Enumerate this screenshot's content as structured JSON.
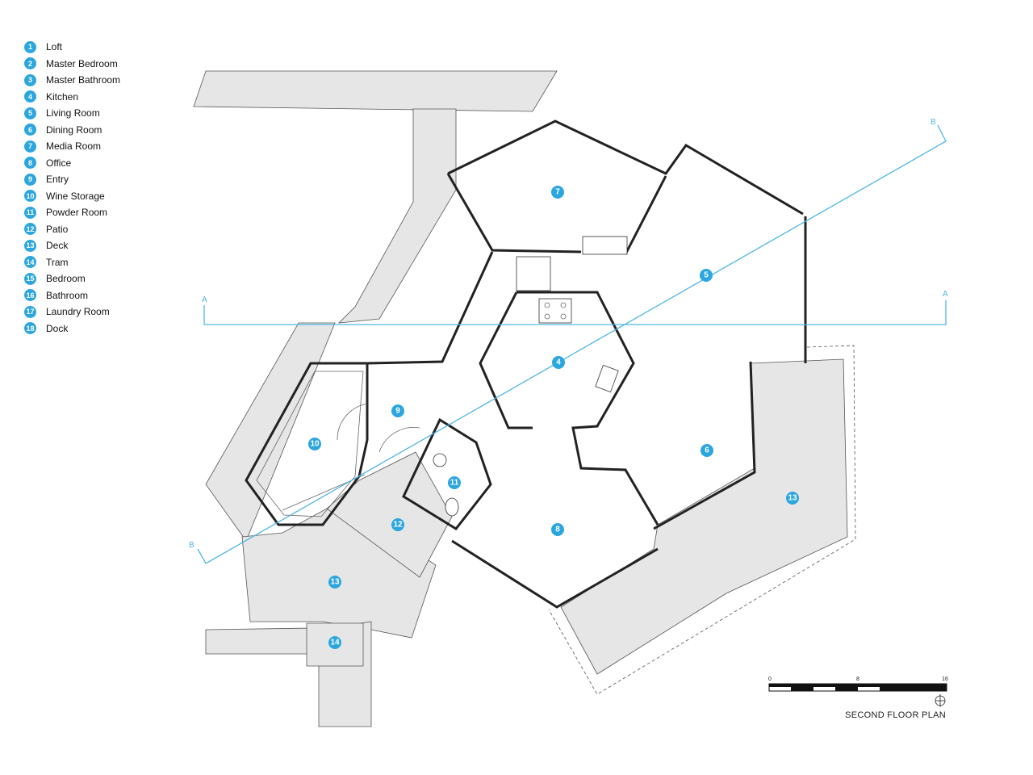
{
  "legend": [
    {
      "num": "1",
      "label": "Loft"
    },
    {
      "num": "2",
      "label": "Master Bedroom"
    },
    {
      "num": "3",
      "label": "Master Bathroom"
    },
    {
      "num": "4",
      "label": "Kitchen"
    },
    {
      "num": "5",
      "label": "Living Room"
    },
    {
      "num": "6",
      "label": "Dining Room"
    },
    {
      "num": "7",
      "label": "Media Room"
    },
    {
      "num": "8",
      "label": "Office"
    },
    {
      "num": "9",
      "label": "Entry"
    },
    {
      "num": "10",
      "label": "Wine Storage"
    },
    {
      "num": "11",
      "label": "Powder Room"
    },
    {
      "num": "12",
      "label": "Patio"
    },
    {
      "num": "13",
      "label": "Deck"
    },
    {
      "num": "14",
      "label": "Tram"
    },
    {
      "num": "15",
      "label": "Bedroom"
    },
    {
      "num": "16",
      "label": "Bathroom"
    },
    {
      "num": "17",
      "label": "Laundry Room"
    },
    {
      "num": "18",
      "label": "Dock"
    }
  ],
  "room_tags": {
    "media_room": "7",
    "living_room": "5",
    "kitchen": "4",
    "entry": "9",
    "wine_storage": "10",
    "powder_room": "11",
    "dining_room": "6",
    "deck_east": "13",
    "office": "8",
    "patio": "12",
    "deck_west": "13",
    "tram": "14"
  },
  "section_marks": {
    "a_left": "A",
    "a_right": "A",
    "b_top": "B",
    "b_bottom": "B"
  },
  "scale_bar": {
    "tick_0": "0",
    "tick_8": "8",
    "tick_16": "16"
  },
  "plan_title": "SECOND FLOOR PLAN",
  "colors": {
    "accent": "#2ba6de",
    "floor_fill": "#e6e6e6",
    "wall": "#222222"
  },
  "icons": {
    "north_arrow": "north-arrow-icon"
  }
}
